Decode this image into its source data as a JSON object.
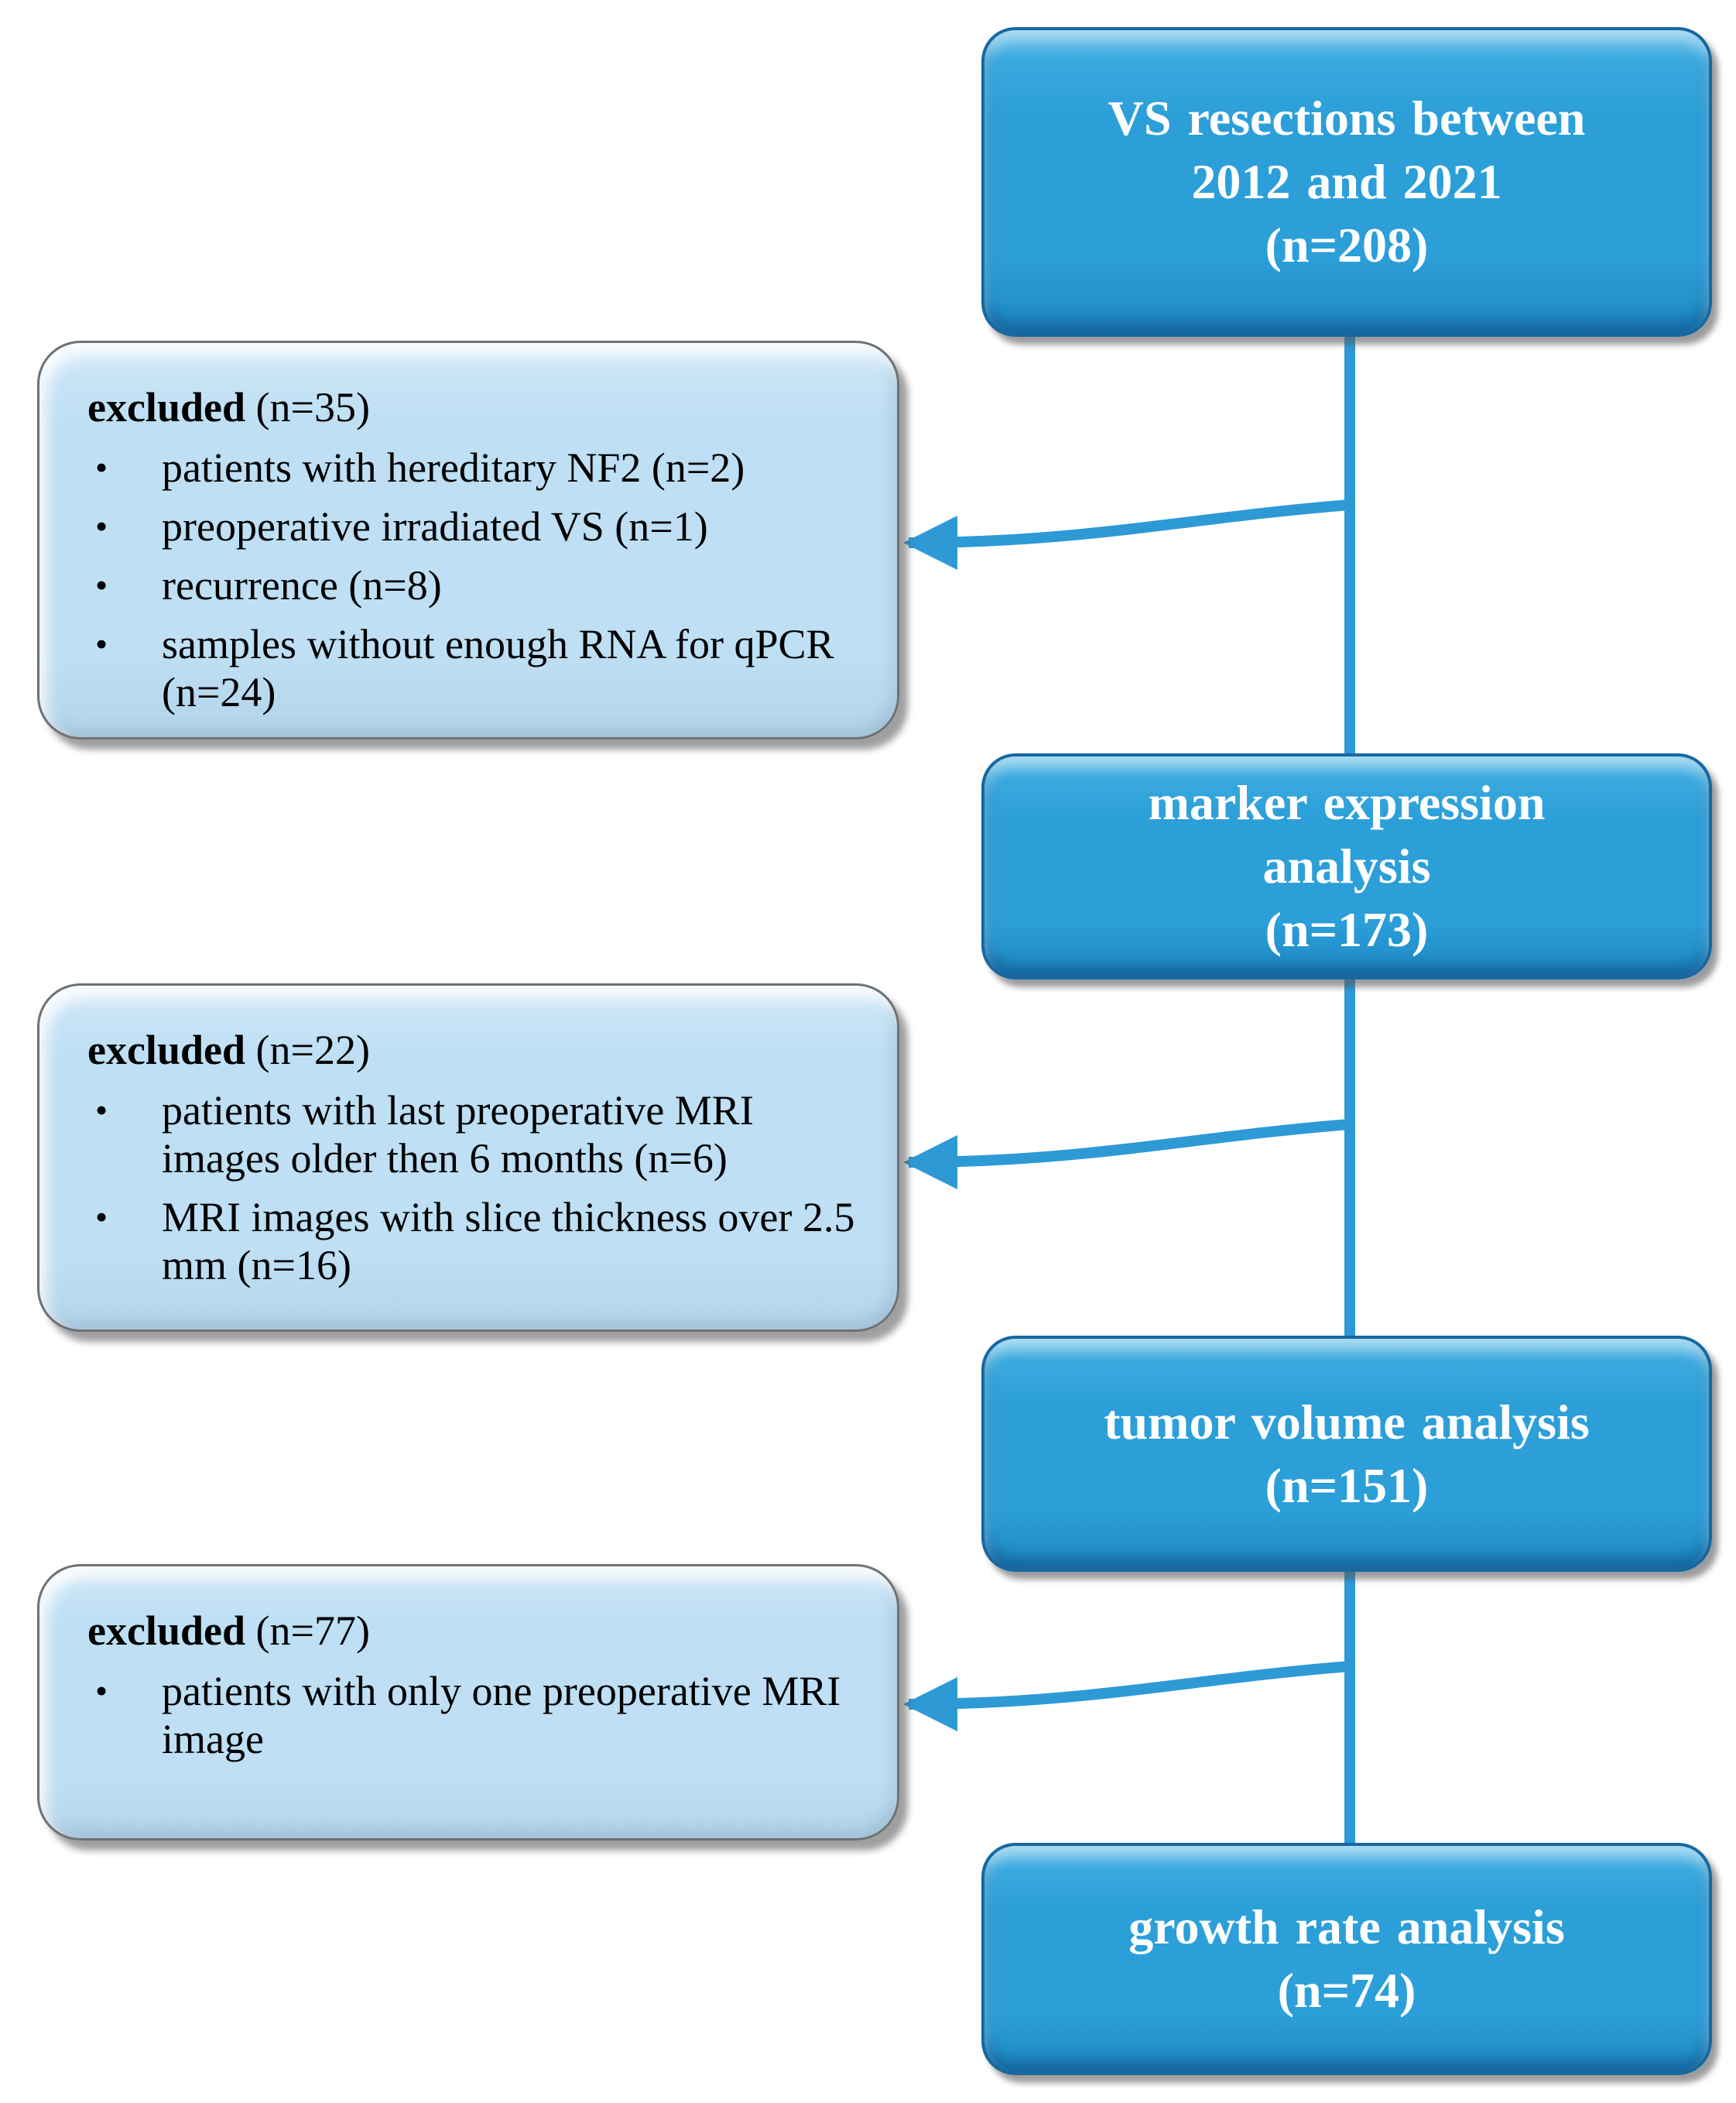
{
  "figure": {
    "type": "patient-selection-flow-diagram",
    "bullet_glyph": "•",
    "colors": {
      "node_fill": "#2c9fd9",
      "node_border": "#16689f",
      "node_text": "#ffffff",
      "exclusion_fill": "#bedff4",
      "exclusion_border": "#6f7173",
      "exclusion_text": "#000000",
      "connector": "#2d9ad6"
    },
    "main_nodes": [
      {
        "id": "resections",
        "lines": [
          "VS resections between",
          "2012 and 2021",
          "(n=208)"
        ]
      },
      {
        "id": "marker",
        "lines": [
          "marker expression",
          "analysis",
          "(n=173)"
        ]
      },
      {
        "id": "tumor",
        "lines": [
          "tumor volume analysis",
          "(n=151)"
        ]
      },
      {
        "id": "growth",
        "lines": [
          "growth rate analysis",
          "(n=74)"
        ]
      }
    ],
    "exclusion_nodes": [
      {
        "id": "excluded-1",
        "title_bold": "excluded",
        "title_suffix": " (n=35)",
        "bullets": [
          "patients with hereditary NF2 (n=2)",
          "preoperative irradiated VS (n=1)",
          "recurrence (n=8)",
          "samples without enough RNA for qPCR (n=24)"
        ]
      },
      {
        "id": "excluded-2",
        "title_bold": "excluded",
        "title_suffix": " (n=22)",
        "bullets": [
          "patients with last preoperative MRI images older then 6 months (n=6)",
          "MRI images with slice thickness over 2.5 mm (n=16)"
        ]
      },
      {
        "id": "excluded-3",
        "title_bold": "excluded",
        "title_suffix": " (n=77)",
        "bullets": [
          "patients with only one preoperative MRI image"
        ]
      }
    ]
  }
}
